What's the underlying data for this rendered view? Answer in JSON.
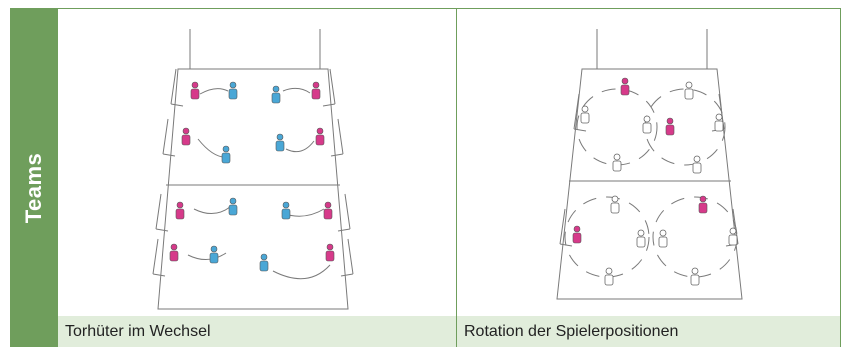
{
  "sidebar": {
    "label": "Teams",
    "color": "#6f9e5c"
  },
  "captions": {
    "left": "Torhüter im Wechsel",
    "right": "Rotation der Spielerpositionen",
    "background": "#e1eddb"
  },
  "colors": {
    "pink": "#d63a8a",
    "blue": "#4aa7d6",
    "line": "#7a7a7a"
  }
}
